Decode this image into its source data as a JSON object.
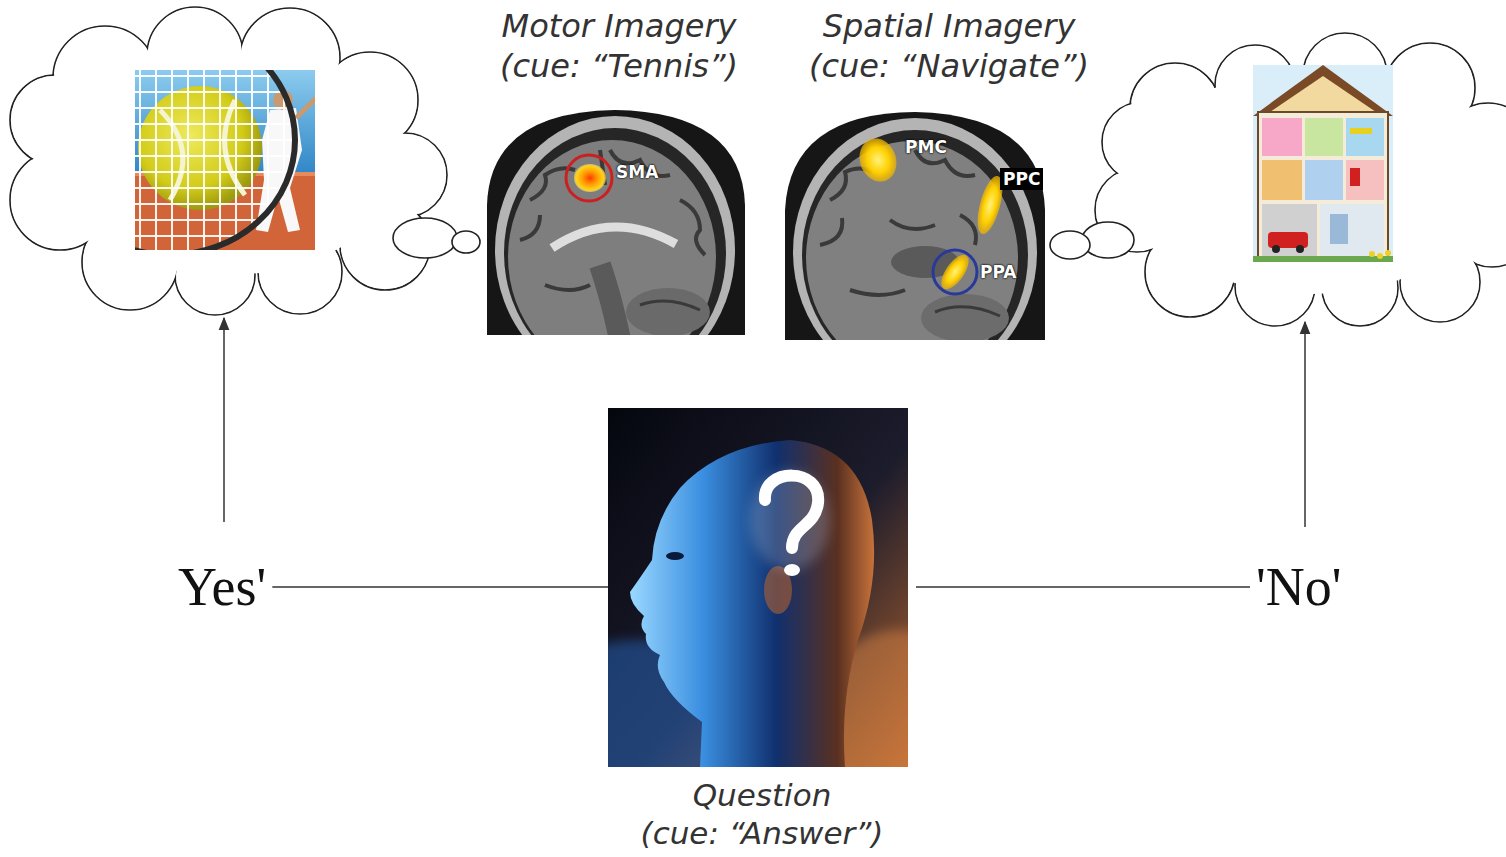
{
  "diagram": {
    "nodes": [
      {
        "text": [
          "Motor Imagery",
          "(cue: “Tennis”)"
        ]
      },
      {
        "text": [
          "Spatial Imagery",
          "(cue: “Navigate”)"
        ]
      },
      {
        "text": [
          "Yes'"
        ]
      },
      {
        "text": [
          "Question",
          "(cue: “Answer”)"
        ]
      },
      {
        "text": [
          "'No'"
        ]
      }
    ],
    "edges": [
      {
        "from": 3,
        "to": 2,
        "arrow": "none"
      },
      {
        "from": 3,
        "to": 4,
        "arrow": "none"
      }
    ],
    "labels": [
      "SMA",
      "PMC",
      "PPC",
      "PPA"
    ]
  }
}
